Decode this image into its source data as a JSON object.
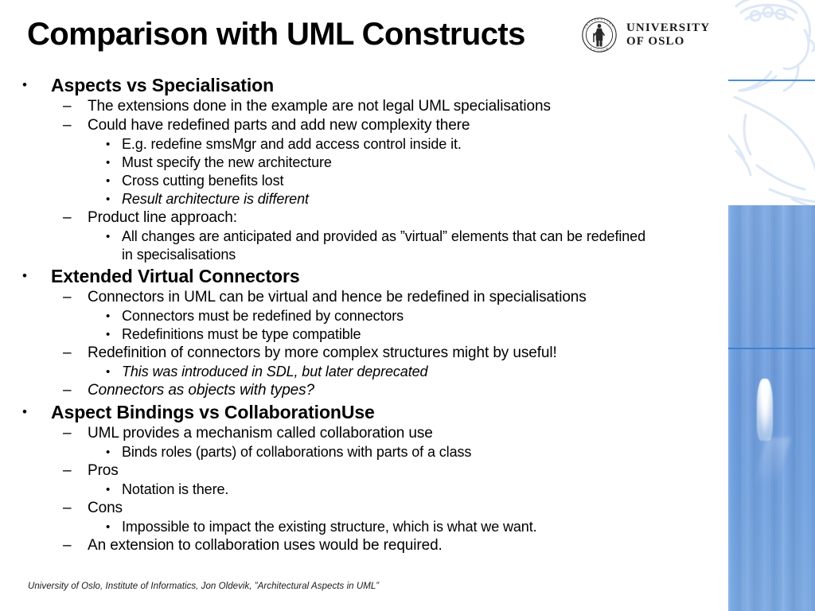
{
  "slide": {
    "title": "Comparison with UML Constructs",
    "footer": "University of Oslo, Institute of Informatics, Jon Oldevik, ”Architectural Aspects in UML”"
  },
  "logo": {
    "name": "university-of-oslo-logo",
    "line1": "UNIVERSITY",
    "line2": "OF OSLO",
    "seal_alt": "uio-seal-icon"
  },
  "markers": {
    "level1": "•",
    "level2": "–",
    "level3": "•"
  },
  "colors": {
    "text": "#000000",
    "accent_line": "#4f8fd6",
    "rail_blue": "#6d9ddf",
    "watermark": "#dfe9f7"
  },
  "outline": [
    {
      "level": 1,
      "text": "Aspects vs Specialisation",
      "italic": false
    },
    {
      "level": 2,
      "text": "The extensions done in the example are not legal UML specialisations",
      "italic": false
    },
    {
      "level": 2,
      "text": "Could have redefined parts and add new complexity there",
      "italic": false
    },
    {
      "level": 3,
      "text": "E.g. redefine smsMgr and add access control inside it.",
      "italic": false
    },
    {
      "level": 3,
      "text": "Must specify the new architecture",
      "italic": false
    },
    {
      "level": 3,
      "text": "Cross cutting benefits lost",
      "italic": false
    },
    {
      "level": 3,
      "text": "Result architecture is different",
      "italic": true
    },
    {
      "level": 2,
      "text": "Product line approach:",
      "italic": false
    },
    {
      "level": 3,
      "text": "All changes are anticipated and provided as ”virtual” elements that can be redefined in specisalisations",
      "italic": false
    },
    {
      "level": 1,
      "text": "Extended Virtual Connectors",
      "italic": false
    },
    {
      "level": 2,
      "text": "Connectors in UML can be virtual and hence be redefined in specialisations",
      "italic": false
    },
    {
      "level": 3,
      "text": "Connectors must be redefined by connectors",
      "italic": false
    },
    {
      "level": 3,
      "text": "Redefinitions must be type compatible",
      "italic": false
    },
    {
      "level": 2,
      "text": "Redefinition of connectors by more complex structures might by useful!",
      "italic": false
    },
    {
      "level": 3,
      "text": "This was introduced in SDL, but later deprecated",
      "italic": true
    },
    {
      "level": 2,
      "text": "Connectors as objects with types?",
      "italic": true
    },
    {
      "level": 1,
      "text": "Aspect Bindings vs CollaborationUse",
      "italic": false
    },
    {
      "level": 2,
      "text": "UML provides a mechanism called collaboration use",
      "italic": false
    },
    {
      "level": 3,
      "text": "Binds roles (parts) of collaborations with parts of a class",
      "italic": false
    },
    {
      "level": 2,
      "text": "Pros",
      "italic": false
    },
    {
      "level": 3,
      "text": "Notation is there.",
      "italic": false
    },
    {
      "level": 2,
      "text": "Cons",
      "italic": false
    },
    {
      "level": 3,
      "text": "Impossible to impact the existing structure, which is what we want.",
      "italic": false
    },
    {
      "level": 2,
      "text": "An extension to collaboration uses would be required.",
      "italic": false
    }
  ]
}
